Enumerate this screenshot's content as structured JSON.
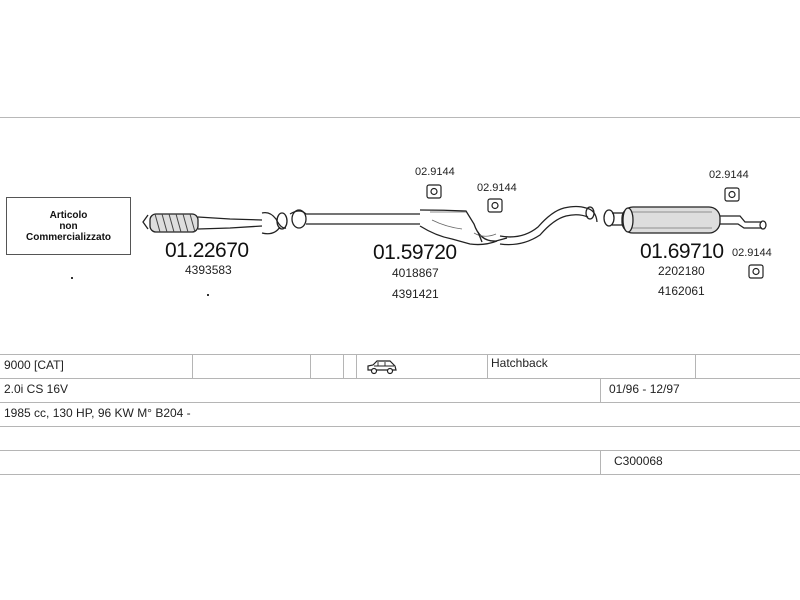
{
  "notice": {
    "line1": "Articolo",
    "line2": "non",
    "line3": "Commercializzato"
  },
  "parts": {
    "front_pipe": {
      "number": "01.22670",
      "oem": [
        "4393583"
      ]
    },
    "middle_silencer": {
      "number": "01.59720",
      "oem": [
        "4018867",
        "4391421"
      ]
    },
    "rear_silencer": {
      "number": "01.69710",
      "oem": [
        "2202180",
        "4162061"
      ]
    },
    "clamps": [
      "02.9144",
      "02.9144",
      "02.9144",
      "02.9144"
    ]
  },
  "vehicle": {
    "model": "9000  [CAT]",
    "body_icon": "car-hatchback-icon",
    "body_type": "Hatchback",
    "engine_variant": "2.0i CS 16V",
    "production_period": "01/96 - 12/97",
    "engine_spec": "1985 cc, 130 HP, 96 KW M° B204 -",
    "kit_code": "C300068"
  }
}
